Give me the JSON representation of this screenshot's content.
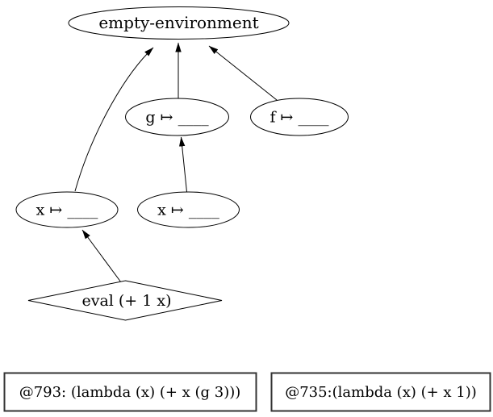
{
  "colors": {
    "background": "#ffffff",
    "node_stroke": "#000000",
    "text": "#000000",
    "box_border": "#333333"
  },
  "nodes": {
    "empty_environment": {
      "label": "empty-environment",
      "shape": "ellipse"
    },
    "binding_g": {
      "label": "g ↦ ____",
      "shape": "ellipse"
    },
    "binding_f": {
      "label": "f ↦ ____",
      "shape": "ellipse"
    },
    "binding_x_outer": {
      "label": "x ↦ ____",
      "shape": "ellipse"
    },
    "binding_x_inner": {
      "label": "x ↦ ____",
      "shape": "ellipse"
    },
    "eval_expression": {
      "label": "eval (+ 1 x)",
      "shape": "diamond"
    },
    "procedure_793": {
      "label": "@793: (lambda (x) (+ x (g 3)))",
      "shape": "box"
    },
    "procedure_735": {
      "label": "@735:(lambda (x) (+ x 1))",
      "shape": "box"
    }
  },
  "edges": [
    {
      "from": "binding_x_outer",
      "to": "empty_environment"
    },
    {
      "from": "binding_g",
      "to": "empty_environment"
    },
    {
      "from": "binding_f",
      "to": "empty_environment"
    },
    {
      "from": "binding_x_inner",
      "to": "binding_g"
    },
    {
      "from": "eval_expression",
      "to": "binding_x_outer"
    }
  ]
}
